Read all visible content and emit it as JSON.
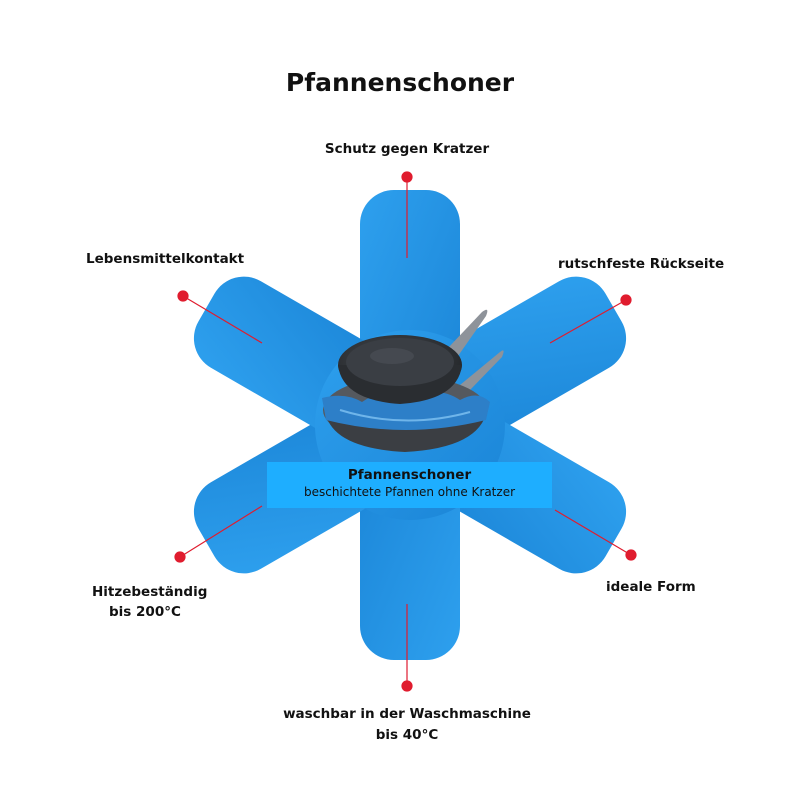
{
  "title": "Pfannenschoner",
  "labels": {
    "top": "Schutz gegen Kratzer",
    "upper_left": "Lebensmittelkontakt",
    "upper_right": "rutschfeste Rückseite",
    "lower_left_line1": "Hitzebeständig",
    "lower_left_line2": "bis 200°C",
    "lower_right": "ideale Form",
    "bottom_line1": "waschbar in der Waschmaschine",
    "bottom_line2": "bis 40°C"
  },
  "center_box": {
    "title": "Pfannenschoner",
    "subtitle": "beschichtete Pfannen ohne Kratzer"
  },
  "colors": {
    "protector": "#1e8fe0",
    "box": "#1eaeff",
    "marker": "#e01c2e",
    "pan": "#2a2d31"
  },
  "icons": [
    "pan-stack-icon"
  ]
}
